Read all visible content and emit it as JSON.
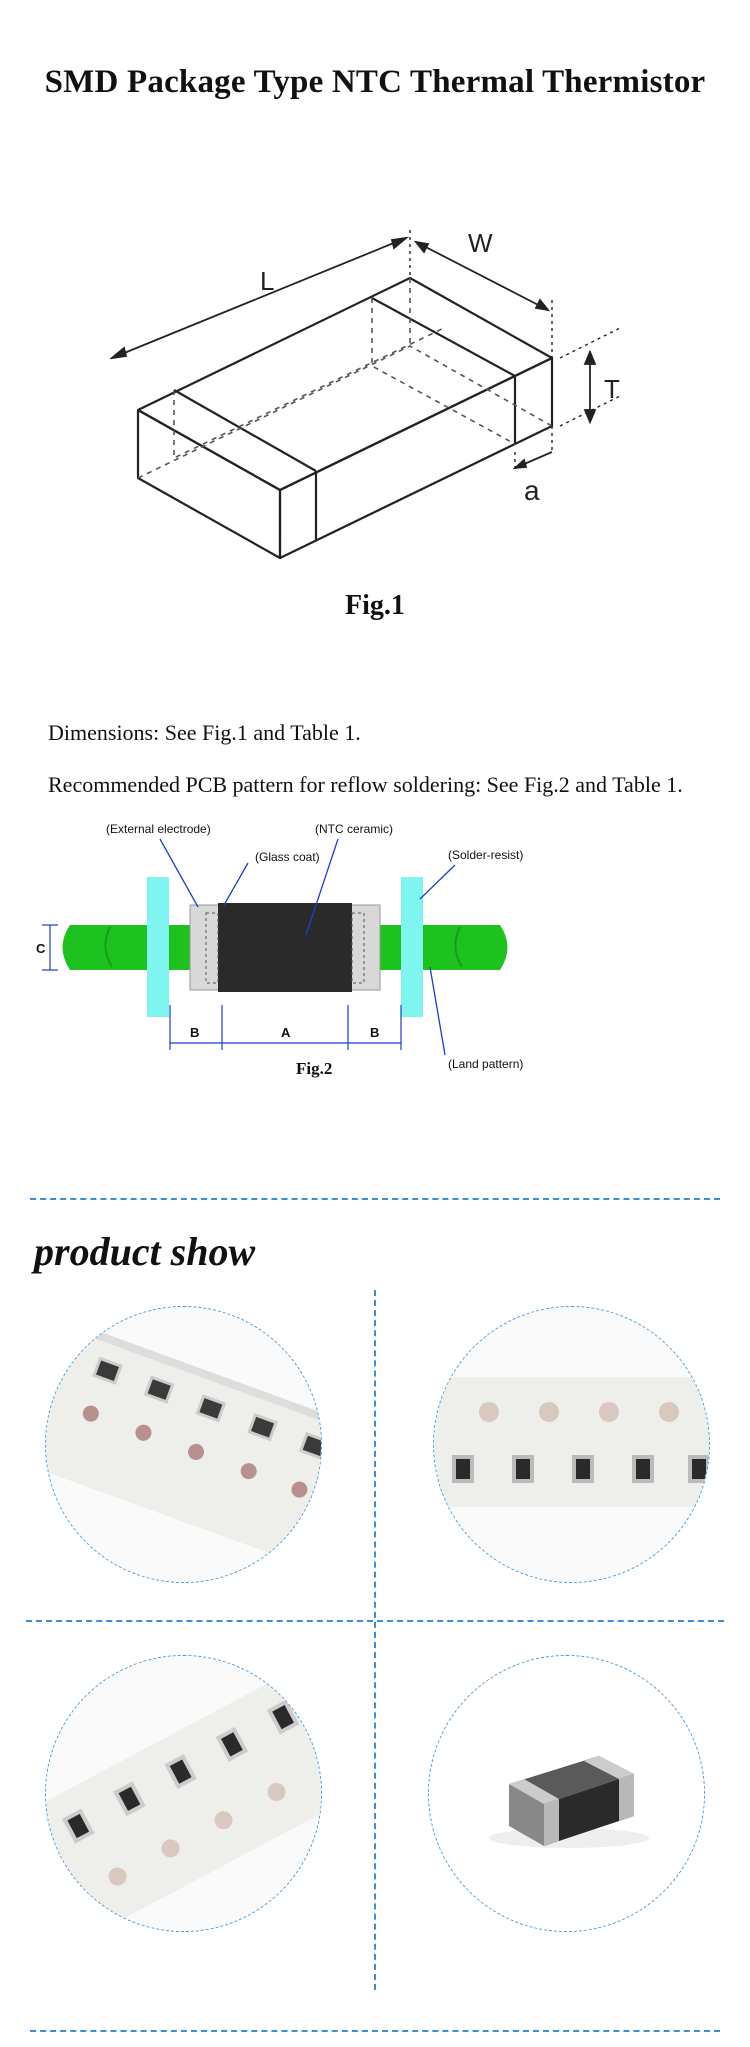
{
  "header": {
    "title": "SMD  Package Type NTC Thermal  Thermistor"
  },
  "fig1": {
    "caption": "Fig.1",
    "labels": {
      "length": "L",
      "width": "W",
      "thickness": "T",
      "electrode": "a"
    }
  },
  "text": {
    "dimensions": "Dimensions: See Fig.1 and Table 1.",
    "pcb_pattern": "Recommended PCB pattern for reflow soldering: See Fig.2 and Table 1."
  },
  "fig2": {
    "caption": "Fig.2",
    "labels": {
      "external_electrode": "(External electrode)",
      "ntc_ceramic": "(NTC ceramic)",
      "glass_coat": "(Glass coat)",
      "solder_resist": "(Solder-resist)",
      "land_pattern": "(Land pattern)"
    },
    "dims": {
      "c": "C",
      "a": "A",
      "b_left": "B",
      "b_right": "B"
    },
    "colors": {
      "land": "#1ec21e",
      "resist": "#7ff5f0",
      "ceramic": "#2a2a2a",
      "electrode": "#d8d8d8"
    }
  },
  "product_show": {
    "title": "product show",
    "photos": [
      {
        "icon": "tape-reel-photo-icon"
      },
      {
        "icon": "tape-reel-photo-icon"
      },
      {
        "icon": "tape-reel-photo-icon"
      },
      {
        "icon": "chip-closeup-photo-icon"
      }
    ]
  },
  "colors": {
    "divider": "#3a8fd6"
  }
}
